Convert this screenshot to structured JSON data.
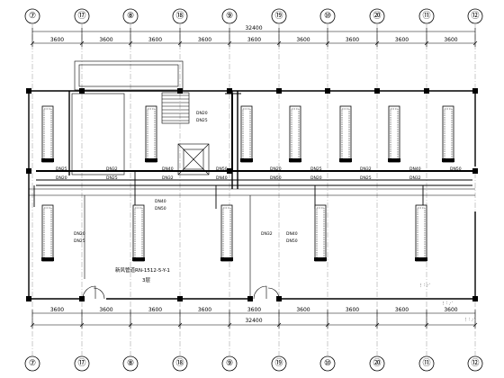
{
  "grid_axes": [
    "⑦",
    "⑰",
    "⑧",
    "⑱",
    "⑨",
    "⑲",
    "⑩",
    "⑳",
    "⑪",
    "⑫"
  ],
  "span_labels": [
    "3600",
    "3600",
    "3600",
    "3600",
    "3600",
    "3600",
    "3600",
    "3600",
    "3600"
  ],
  "total_dimension": "32400",
  "unit_tags": [
    "DN25",
    "DN32",
    "DN40",
    "DN50",
    "DN20"
  ],
  "note_text": "新风管道RN-1512-5-Y-1",
  "note_text_2": "3层",
  "dots": "⋮ ∶ ⋰"
}
